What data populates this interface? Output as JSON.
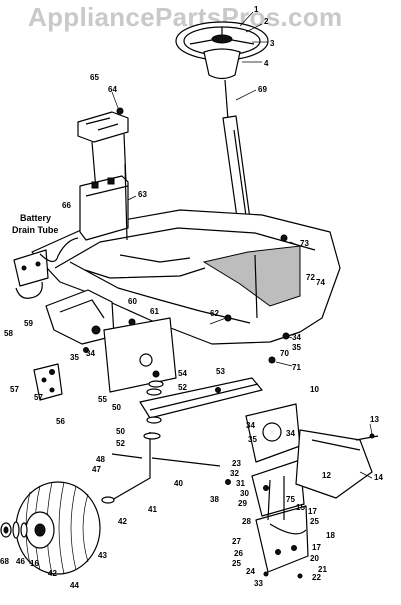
{
  "watermark": "AppliancePartsPros.com",
  "annotation": {
    "line1": "Battery",
    "line2": "Drain Tube"
  },
  "callouts": [
    "1",
    "2",
    "3",
    "4",
    "69",
    "65",
    "64",
    "63",
    "66",
    "73",
    "72",
    "74",
    "58",
    "59",
    "60",
    "61",
    "62",
    "34",
    "35",
    "70",
    "71",
    "35",
    "34",
    "57",
    "57",
    "56",
    "55",
    "54",
    "52",
    "53",
    "50",
    "10",
    "50",
    "52",
    "48",
    "47",
    "40",
    "41",
    "13",
    "14",
    "12",
    "34",
    "35",
    "34",
    "23",
    "32",
    "31",
    "30",
    "75",
    "15",
    "17",
    "25",
    "18",
    "38",
    "28",
    "29",
    "27",
    "26",
    "24",
    "25",
    "33",
    "17",
    "20",
    "21",
    "22",
    "68",
    "16",
    "46",
    "42",
    "44",
    "43",
    "42"
  ]
}
